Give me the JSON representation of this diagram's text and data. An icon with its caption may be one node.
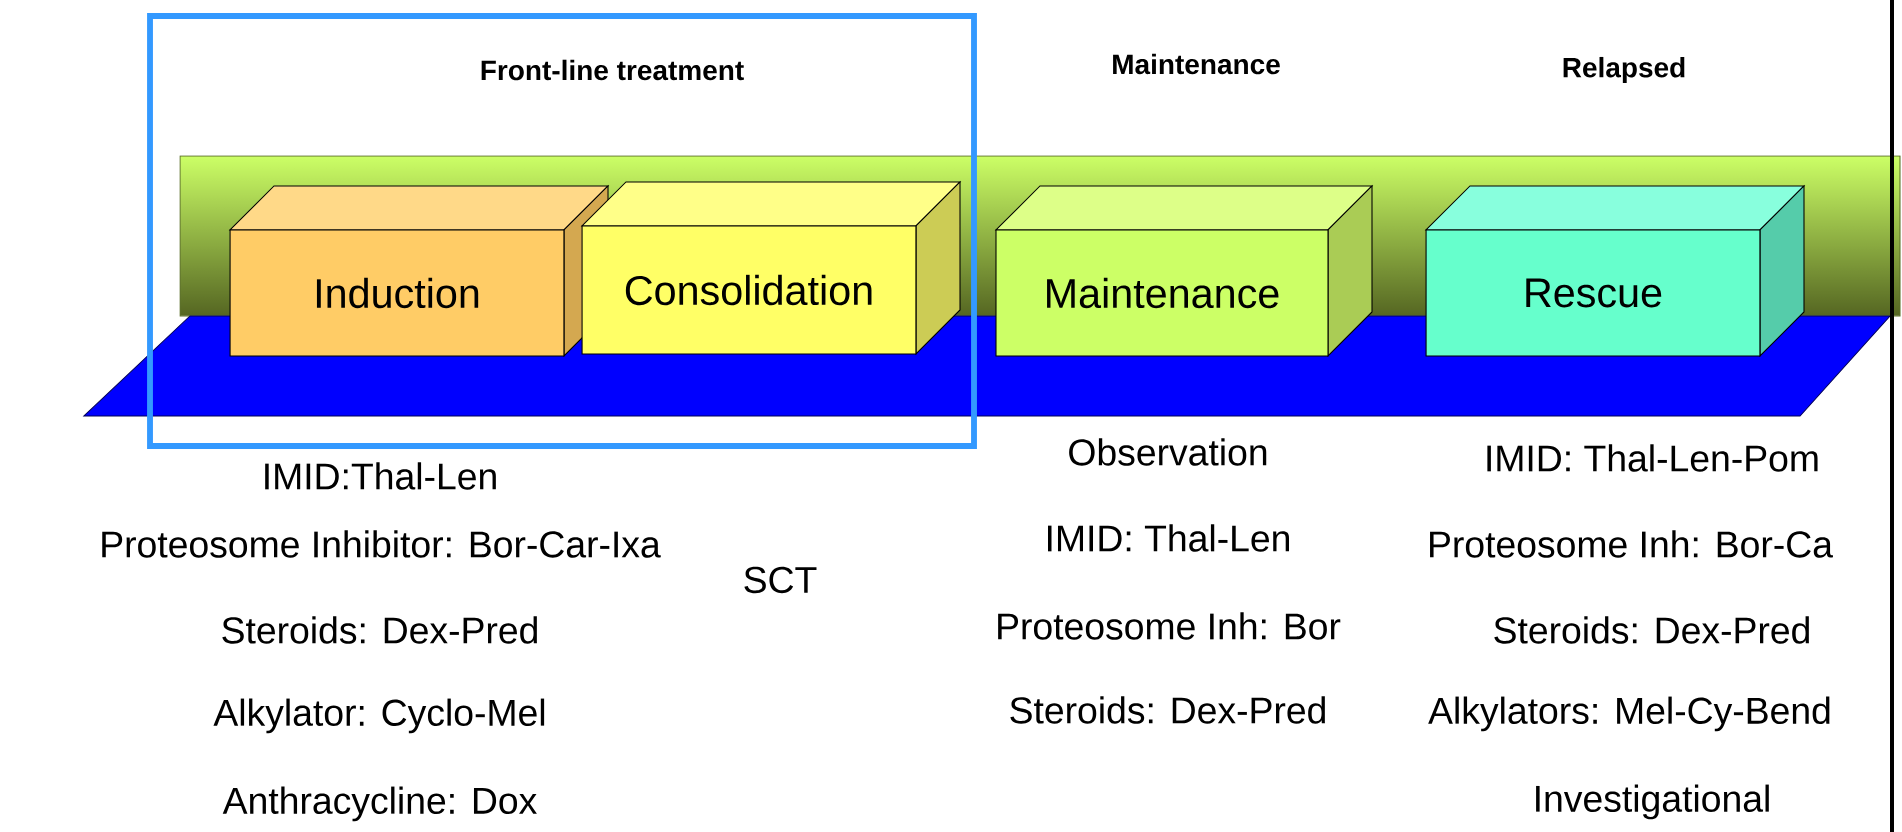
{
  "diagram": {
    "nodes": [
      {
        "text": [
          "Front-line treatment"
        ]
      },
      {
        "text": [
          "Induction"
        ],
        "in": 0
      },
      {
        "text": [
          "Consolidation"
        ],
        "in": 0
      },
      {
        "text": [
          "Maintenance"
        ]
      },
      {
        "text": [
          "Rescue"
        ]
      }
    ],
    "labels": [
      "Maintenance",
      "Relapsed",
      "IMID:Thal-Len",
      "Proteosome Inhibitor: Bor-Car-Ixa",
      "Steroids: Dex-Pred",
      "Alkylator: Cyclo-Mel",
      "Anthracycline: Dox",
      "SCT",
      "Observation",
      "IMID: Thal-Len",
      "Proteosome Inh: Bor",
      "Steroids: Dex-Pred",
      "IMID: Thal-Len-Pom",
      "Proteosome Inh: Bor-Ca",
      "Steroids: Dex-Pred",
      "Alkylators: Mel-Cy-Bend",
      "Investigational"
    ]
  }
}
